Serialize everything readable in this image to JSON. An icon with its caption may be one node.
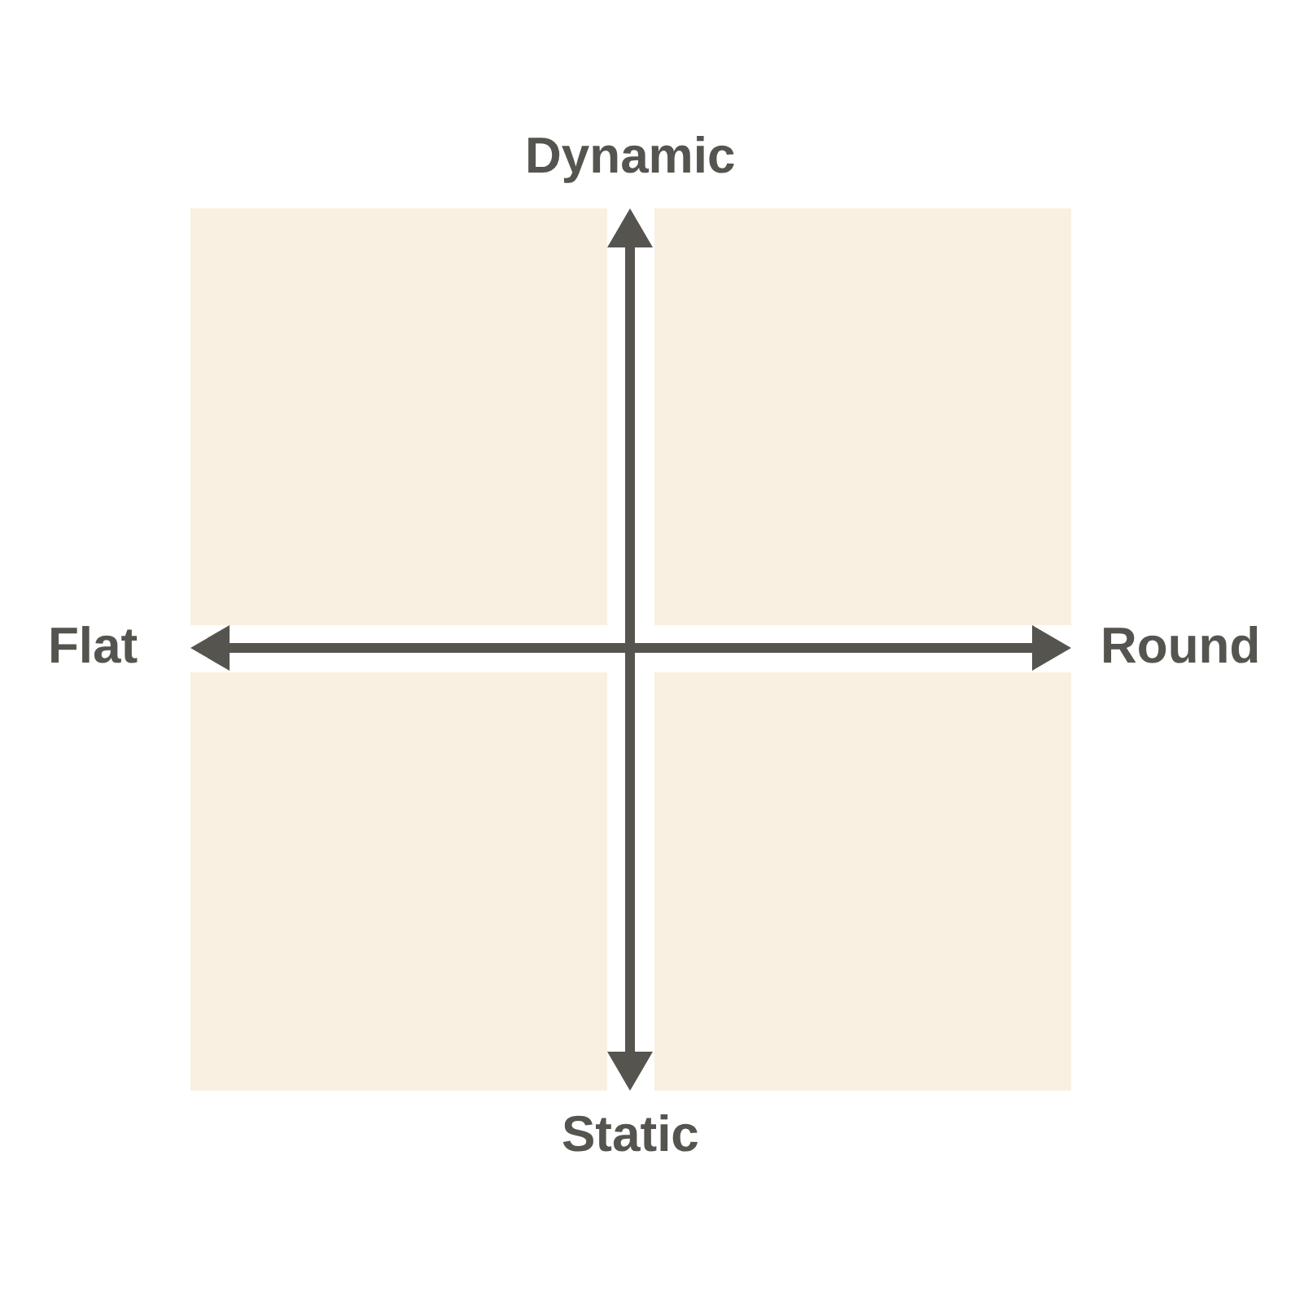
{
  "diagram": {
    "nodes": [
      {
        "text": [],
        "shape": "box"
      },
      {
        "text": [],
        "shape": "box"
      },
      {
        "text": [],
        "shape": "box"
      },
      {
        "text": [],
        "shape": "box"
      }
    ],
    "labels": [
      "Dynamic",
      "Flat",
      "Round",
      "Static"
    ]
  }
}
